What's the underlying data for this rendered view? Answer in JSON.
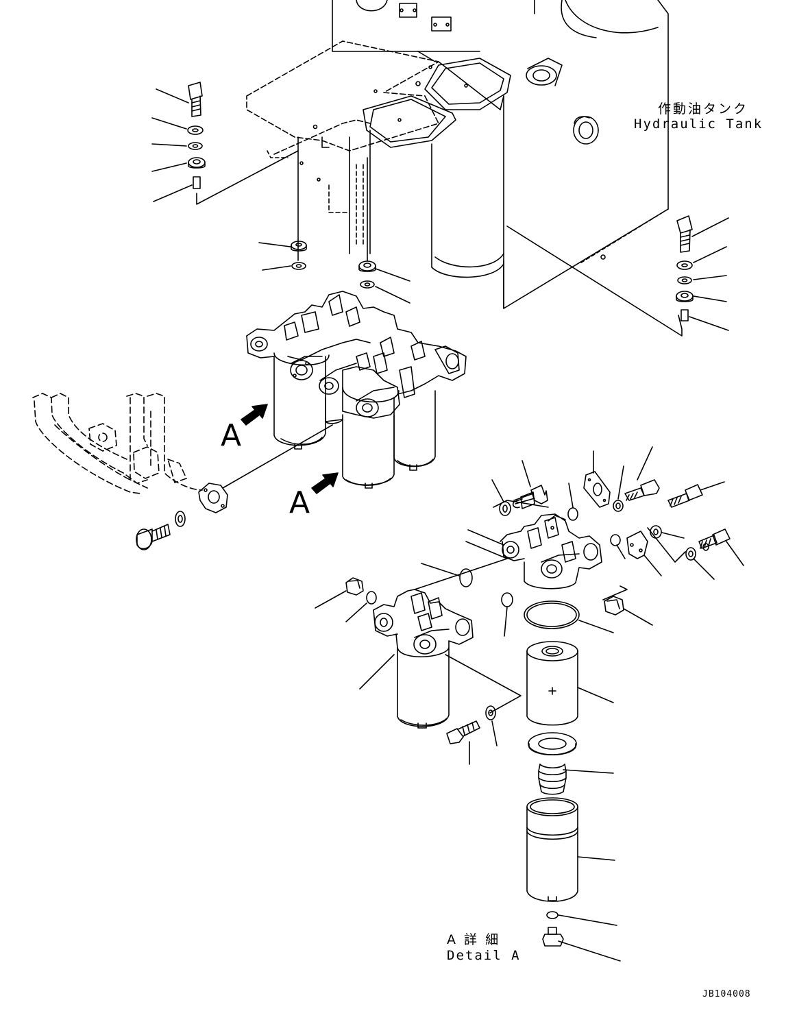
{
  "labels": {
    "tank_jp": "作動油タンク",
    "tank_en": "Hydraulic Tank",
    "view_a_1": "A",
    "view_a_2": "A",
    "detail_jp": "A 詳 細",
    "detail_en": "Detail A",
    "drawing_code": "JB104008"
  },
  "colors": {
    "line": "#000000",
    "background": "#ffffff"
  }
}
